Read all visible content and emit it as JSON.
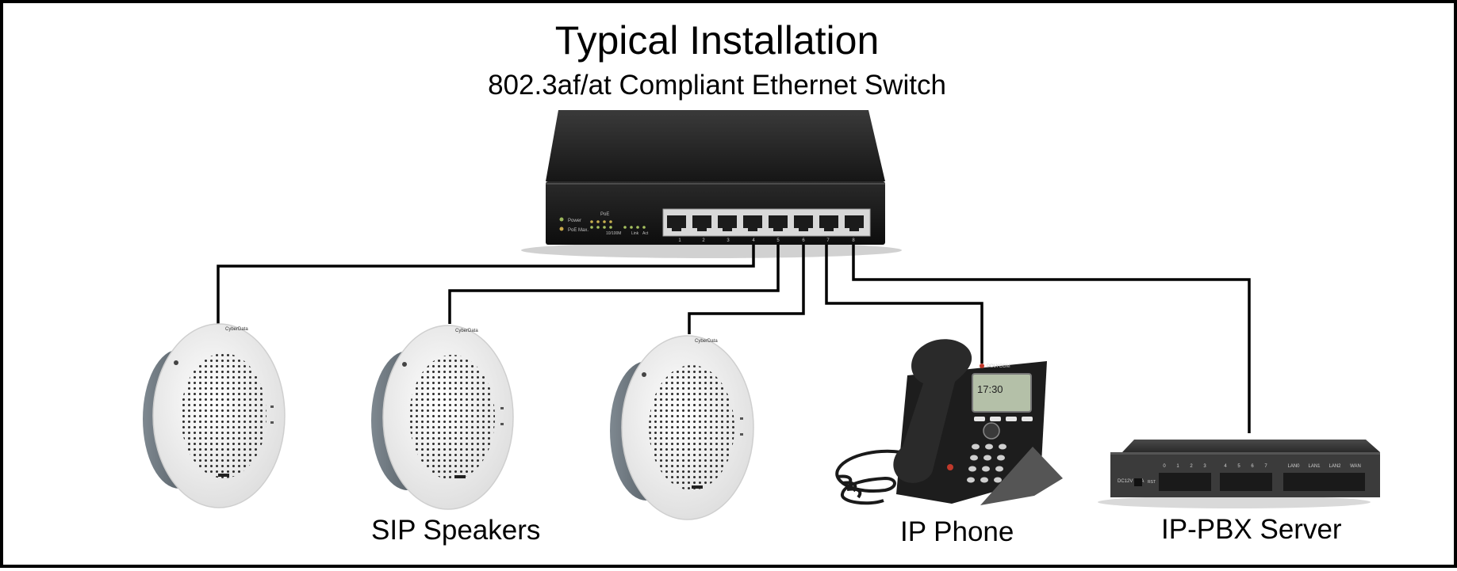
{
  "title": "Typical Installation",
  "subtitle": "802.3af/at Compliant Ethernet Switch",
  "switch": {
    "led_labels": [
      "Power",
      "PoE Max."
    ],
    "legend_poe": "PoE",
    "legend_speed": "10/100M",
    "legend_link": "Link",
    "legend_act": "Act",
    "port_numbers": [
      "1",
      "2",
      "3",
      "4",
      "5",
      "6",
      "7",
      "8"
    ]
  },
  "speakers": {
    "caption": "SIP Speakers",
    "brand": "CyberData"
  },
  "phone": {
    "caption": "IP Phone",
    "brand": "POLYCOM",
    "screen_time": "17:30"
  },
  "pbx": {
    "caption": "IP-PBX Server",
    "power_label": "DC12V 2.0A",
    "reset_label": "RST",
    "port_numbers": [
      "0",
      "1",
      "2",
      "3",
      "4",
      "5",
      "6",
      "7"
    ],
    "lan_labels": [
      "LAN0",
      "LAN1",
      "LAN2",
      "WAN"
    ]
  },
  "colors": {
    "device_dark": "#1c1c1c",
    "speaker_white": "#f2f2f2",
    "cable": "#000000"
  }
}
